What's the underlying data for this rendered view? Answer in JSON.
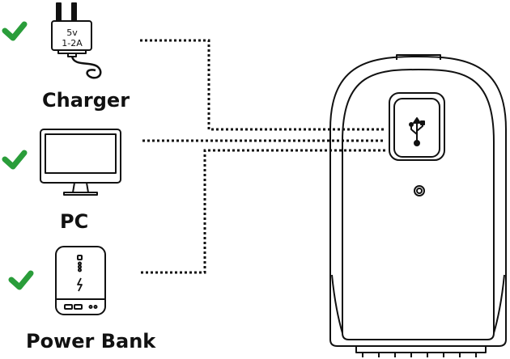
{
  "sources": [
    {
      "label": "Charger",
      "spec_voltage": "5v",
      "spec_current": "1-2A",
      "icon": "wall-charger-icon",
      "supported": true
    },
    {
      "label": "PC",
      "icon": "desktop-monitor-icon",
      "supported": true
    },
    {
      "label": "Power Bank",
      "icon": "power-bank-icon",
      "supported": true
    }
  ],
  "device": {
    "icon": "usb-port-icon"
  },
  "colors": {
    "check": "#2a9d3a",
    "line": "#111111",
    "background": "#ffffff"
  }
}
